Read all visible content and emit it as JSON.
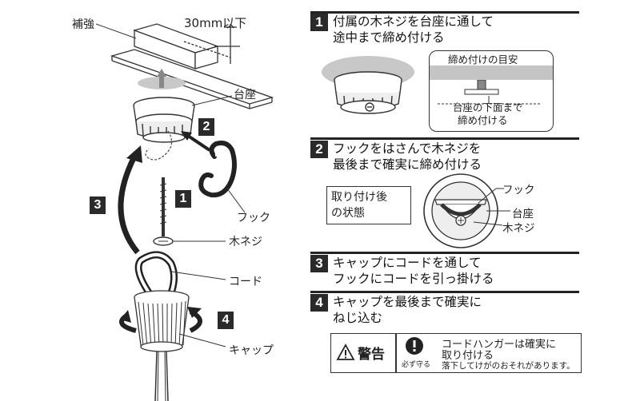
{
  "diagram": {
    "labels": {
      "reinforcement": "補強",
      "ceiling_gap": "30mm以下",
      "base": "台座",
      "hook": "フック",
      "wood_screw": "木ネジ",
      "cord": "コード",
      "cap": "キャップ"
    },
    "step_markers": [
      "1",
      "2",
      "3",
      "4"
    ]
  },
  "steps": [
    {
      "num": "1",
      "lines": [
        "付属の木ネジを台座に通して",
        "途中まで締め付ける"
      ]
    },
    {
      "num": "2",
      "lines": [
        "フックをはさんで木ネジを",
        "最後まで確実に締め付ける"
      ]
    },
    {
      "num": "3",
      "lines": [
        "キャップにコードを通して",
        "フックにコードを引っ掛ける"
      ]
    },
    {
      "num": "4",
      "lines": [
        "キャップを最後まで確実に",
        "ねじ込む"
      ]
    }
  ],
  "detail1": {
    "title": "締め付けの目安",
    "note_lines": [
      "台座の下面まで",
      "締め付ける"
    ]
  },
  "detail2": {
    "state_lines": [
      "取り付け後",
      "の状態"
    ],
    "hook": "フック",
    "base": "台座",
    "wood_screw": "木ネジ"
  },
  "warning": {
    "label": "警告",
    "must_label": "必ず守る",
    "lines": [
      "コードハンガーは確実に",
      "取り付ける"
    ],
    "sub": "落下してけがのおそれがあります。"
  }
}
